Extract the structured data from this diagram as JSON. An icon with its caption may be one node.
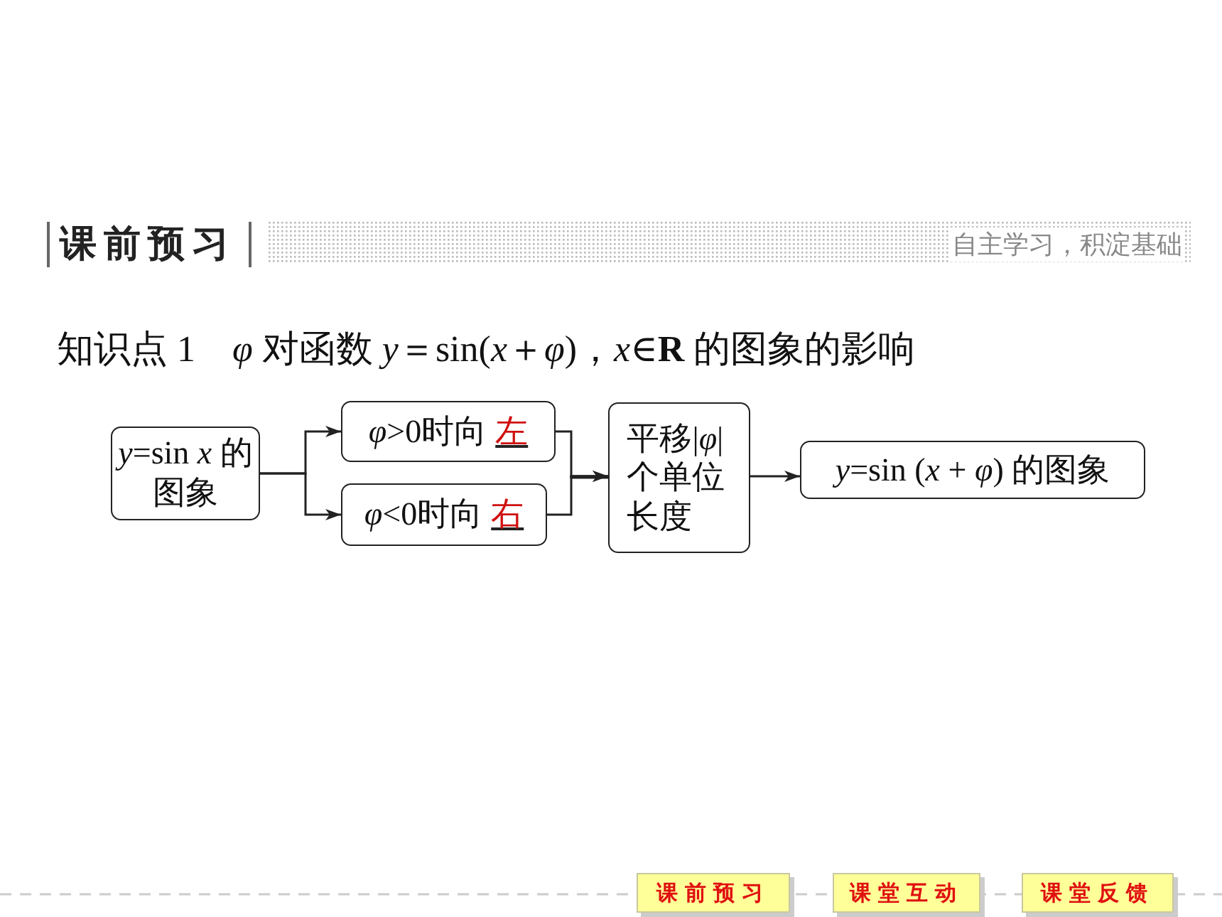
{
  "diagram": {
    "title": "知识点 1　*φ* 对函数 *y*＝sin(*x*＋*φ*)，*x*∈**R** 的图象的影响",
    "nodes": [
      {
        "text": [
          "*y*=sin *x* 的图象"
        ]
      },
      {
        "text": [
          "*φ*>0时向",
          "左"
        ]
      },
      {
        "text": [
          "*φ*<0时向",
          "右"
        ]
      },
      {
        "text": [
          "平移|*φ*|个单位长度"
        ]
      },
      {
        "text": [
          "*y*=sin (*x* + *φ*) 的图象"
        ]
      }
    ],
    "edges": [
      {
        "from": 0,
        "to": 1,
        "arrow": "to"
      },
      {
        "from": 0,
        "to": 2,
        "arrow": "to"
      },
      {
        "from": 1,
        "to": 3,
        "arrow": "to"
      },
      {
        "from": 2,
        "to": 3,
        "arrow": "to"
      },
      {
        "from": 3,
        "to": 4,
        "arrow": "to"
      }
    ],
    "labels": [
      "课前预习",
      "自主学习，积淀基础",
      "课前预习",
      "课堂互动",
      "课堂反馈"
    ]
  }
}
